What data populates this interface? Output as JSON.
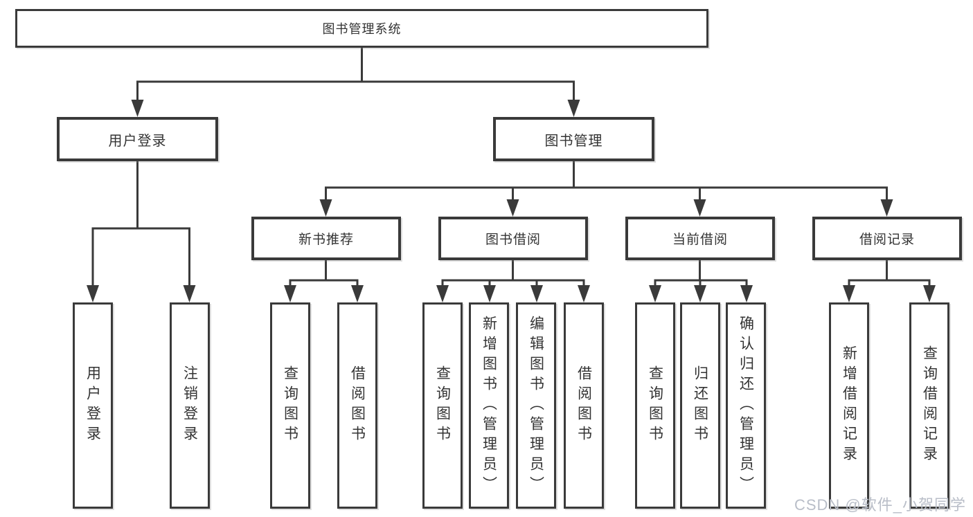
{
  "diagram": {
    "root": "图书管理系统",
    "branches": [
      {
        "label": "用户登录",
        "children": [
          "用户登录",
          "注销登录"
        ]
      },
      {
        "label": "图书管理",
        "groups": [
          {
            "label": "新书推荐",
            "children": [
              "查询图书",
              "借阅图书"
            ]
          },
          {
            "label": "图书借阅",
            "children": [
              "查询图书",
              "新增图书（管理员）",
              "编辑图书（管理员）",
              "借阅图书"
            ]
          },
          {
            "label": "当前借阅",
            "children": [
              "查询图书",
              "归还图书",
              "确认归还（管理员）"
            ]
          },
          {
            "label": "借阅记录",
            "children": [
              "新增借阅记录",
              "查询借阅记录"
            ]
          }
        ]
      }
    ]
  },
  "watermark": "CSDN @软件_小贺同学",
  "colors": {
    "line": "#3a3a3a",
    "text": "#333333",
    "watermark": "#b9bec8",
    "background": "#ffffff"
  }
}
